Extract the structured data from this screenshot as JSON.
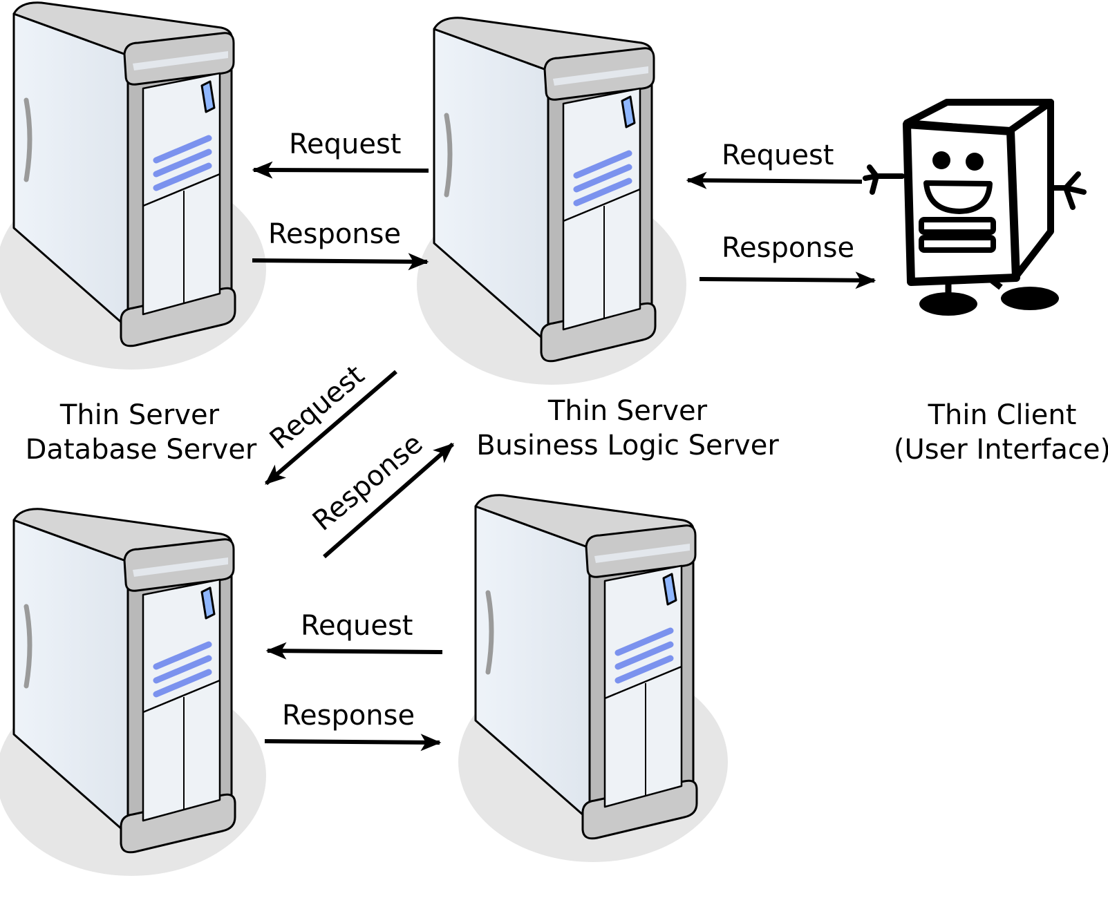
{
  "arrows": {
    "db_top_request": "Request",
    "db_top_response": "Response",
    "client_request": "Request",
    "client_response": "Response",
    "diag_request": "Request",
    "diag_response": "Response",
    "bottom_request": "Request",
    "bottom_response": "Response"
  },
  "captions": {
    "db_server_line1": "Thin Server",
    "db_server_line2": "Database Server",
    "logic_server_line1": "Thin Server",
    "logic_server_line2": "Business Logic Server",
    "client_line1": "Thin Client",
    "client_line2": "(User Interface)"
  },
  "colors": {
    "server_body": "#e8eef5",
    "server_frame": "#bdbdbd",
    "vent": "#7b92ee",
    "shadow": "#e6e6e6",
    "power_switch": "#8fb7ff"
  }
}
